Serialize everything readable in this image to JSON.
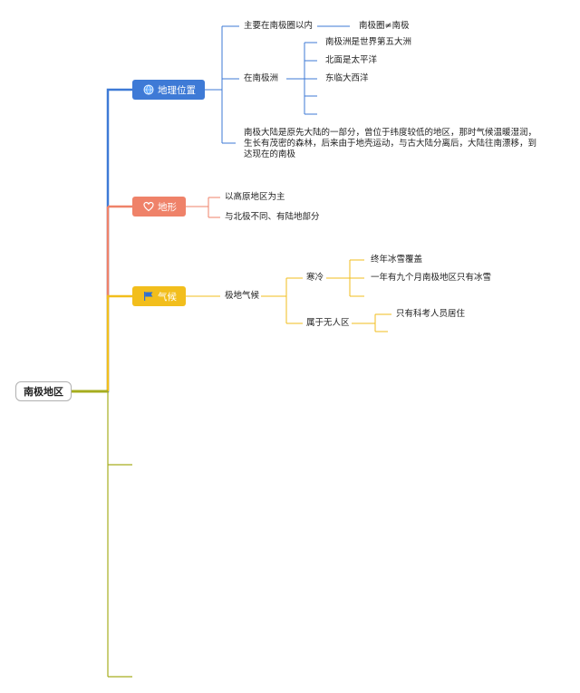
{
  "root": {
    "label": "南极地区"
  },
  "colors": {
    "blue": "#3e7ad6",
    "salmon": "#ef8269",
    "gold": "#f2be1c",
    "olive": "#a6ad1e"
  },
  "branches": {
    "geo": {
      "label": "地理位置",
      "icon": "globe-icon",
      "sub1": {
        "label": "主要在南极圈以内",
        "leaf": "南极圈≠南极"
      },
      "sub2": {
        "label": "在南极洲",
        "leaves": [
          "南极洲是世界第五大洲",
          "北面是太平洋",
          "东临大西洋"
        ]
      },
      "sub3": {
        "label": "南极大陆是原先大陆的一部分，曾位于纬度较低的地区，那时气候温暖湿润，生长有茂密的森林，后来由于地壳运动，与古大陆分离后，大陆往南漂移，到达现在的南极"
      }
    },
    "terrain": {
      "label": "地形",
      "icon": "heart-icon",
      "items": [
        "以高原地区为主",
        "与北极不同、有陆地部分"
      ]
    },
    "climate": {
      "label": "气候",
      "icon": "flag-icon",
      "sub": {
        "label": "极地气候",
        "cold": {
          "label": "寒冷",
          "leaves": [
            "终年冰雪覆盖",
            "一年有九个月南极地区只有冰雪"
          ]
        },
        "noman": {
          "label": "属于无人区",
          "leaves": [
            "只有科考人员居住"
          ]
        }
      }
    }
  }
}
